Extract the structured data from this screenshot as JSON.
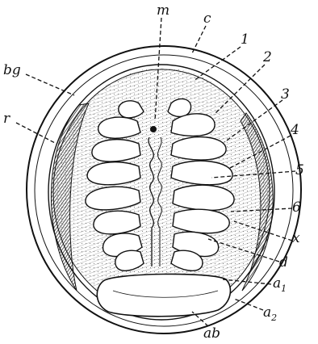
{
  "figure": {
    "labels": {
      "m": "m",
      "c": "c",
      "bg": "bg",
      "r": "r",
      "n1": "1",
      "n2": "2",
      "n3": "3",
      "n4": "4",
      "n5": "5",
      "n6": "6",
      "x": "x",
      "d": "d",
      "a": "a",
      "a1_sub": "1",
      "a2_sub": "2",
      "ab": "ab"
    },
    "colors": {
      "ink": "#111111",
      "paper": "#ffffff",
      "hatch": "#555555"
    }
  }
}
